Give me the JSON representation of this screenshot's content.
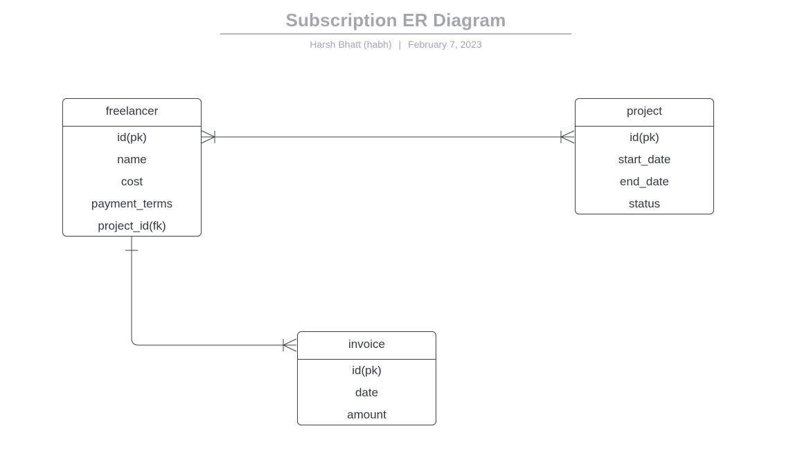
{
  "header": {
    "title": "Subscription ER Diagram",
    "author": "Harsh Bhatt (habh)",
    "separator": "|",
    "date": "February 7, 2023"
  },
  "entities": {
    "freelancer": {
      "name": "freelancer",
      "attributes": [
        "id(pk)",
        "name",
        "cost",
        "payment_terms",
        "project_id(fk)"
      ]
    },
    "project": {
      "name": "project",
      "attributes": [
        "id(pk)",
        "start_date",
        "end_date",
        "status"
      ]
    },
    "invoice": {
      "name": "invoice",
      "attributes": [
        "id(pk)",
        "date",
        "amount"
      ]
    }
  },
  "relationships": [
    {
      "from": "freelancer",
      "to": "project",
      "from_cardinality": "one-or-many",
      "to_cardinality": "many"
    },
    {
      "from": "freelancer",
      "to": "invoice",
      "from_cardinality": "one",
      "to_cardinality": "one-or-many"
    }
  ],
  "colors": {
    "line": "#3a414a",
    "title": "#a3a6ad",
    "subtitle": "#a3a6b8"
  }
}
